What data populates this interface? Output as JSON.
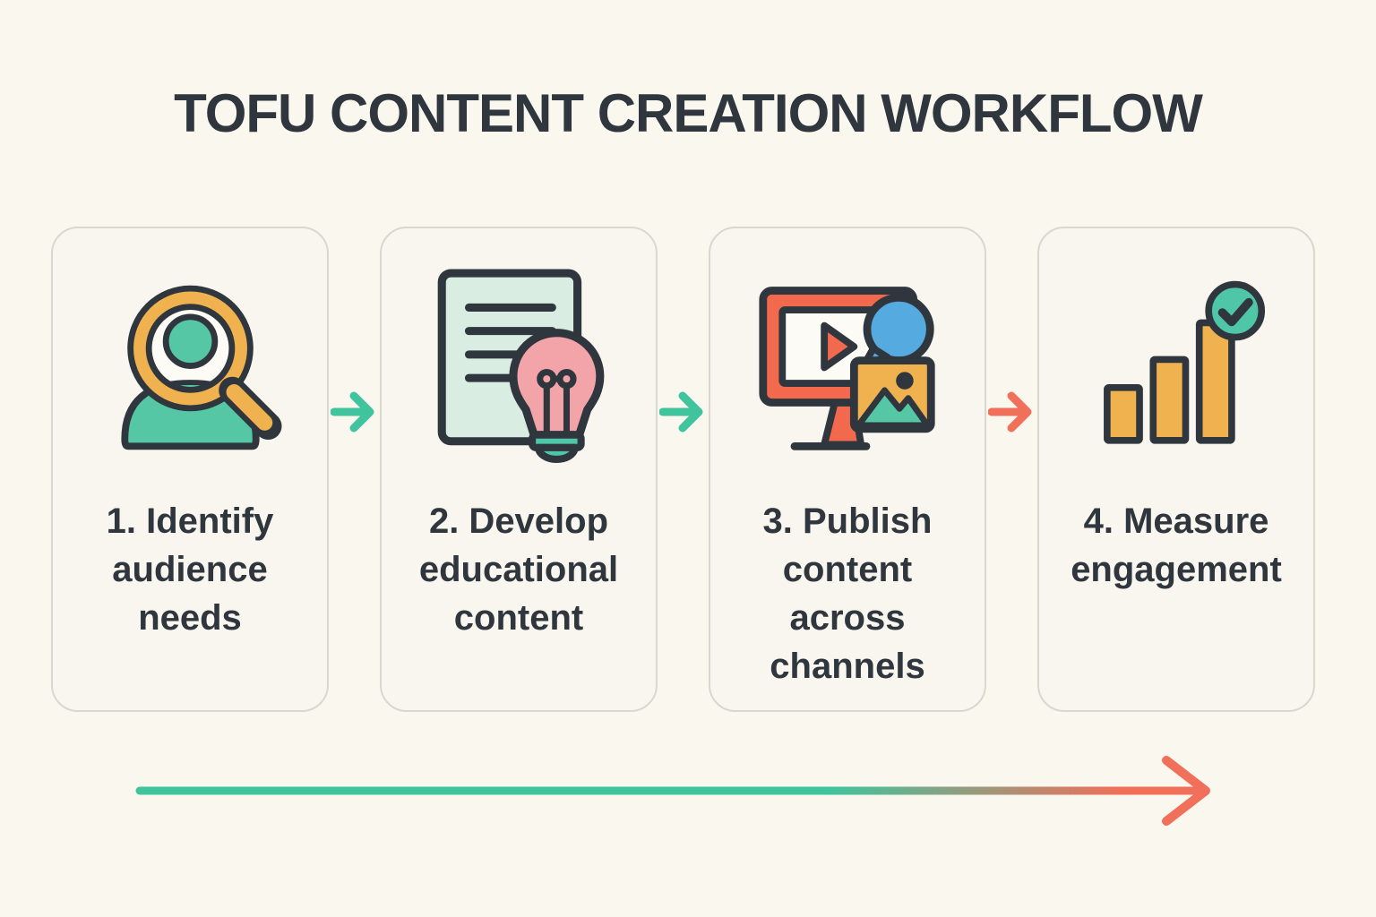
{
  "title": "TOFU CONTENT CREATION WORKFLOW",
  "steps": [
    {
      "label": "1. Identify audience needs",
      "icon": "audience-search-icon"
    },
    {
      "label": "2. Develop educational content",
      "icon": "document-lightbulb-icon"
    },
    {
      "label": "3. Publish content across channels",
      "icon": "monitor-media-icon"
    },
    {
      "label": "4. Measure engagement",
      "icon": "bar-chart-check-icon"
    }
  ],
  "connectors": [
    {
      "between": "step-1-and-2",
      "color": "#3FC49E"
    },
    {
      "between": "step-2-and-3",
      "color": "#3FC49E"
    },
    {
      "between": "step-3-and-4",
      "color": "#F0705A"
    }
  ],
  "bottom_arrow": {
    "direction": "left-to-right",
    "gradient_start": "#3FC49E",
    "gradient_end": "#F0705A"
  },
  "palette": {
    "bg": "#FAF7EF",
    "card_bg": "#F8F6EE",
    "card_border": "#DAD7CE",
    "ink": "#2F363D",
    "text": "#2F363D",
    "teal": "#56C7A4",
    "teal_arrow": "#3FC49E",
    "teal_check": "#4FC6A8",
    "coral": "#F0705A",
    "coral_fill": "#F2694E",
    "yellow": "#F0B14F",
    "pink": "#F3A4A8",
    "mint": "#D9EDE3",
    "blue": "#55ABDF",
    "screen_white": "#FDFBF5"
  }
}
